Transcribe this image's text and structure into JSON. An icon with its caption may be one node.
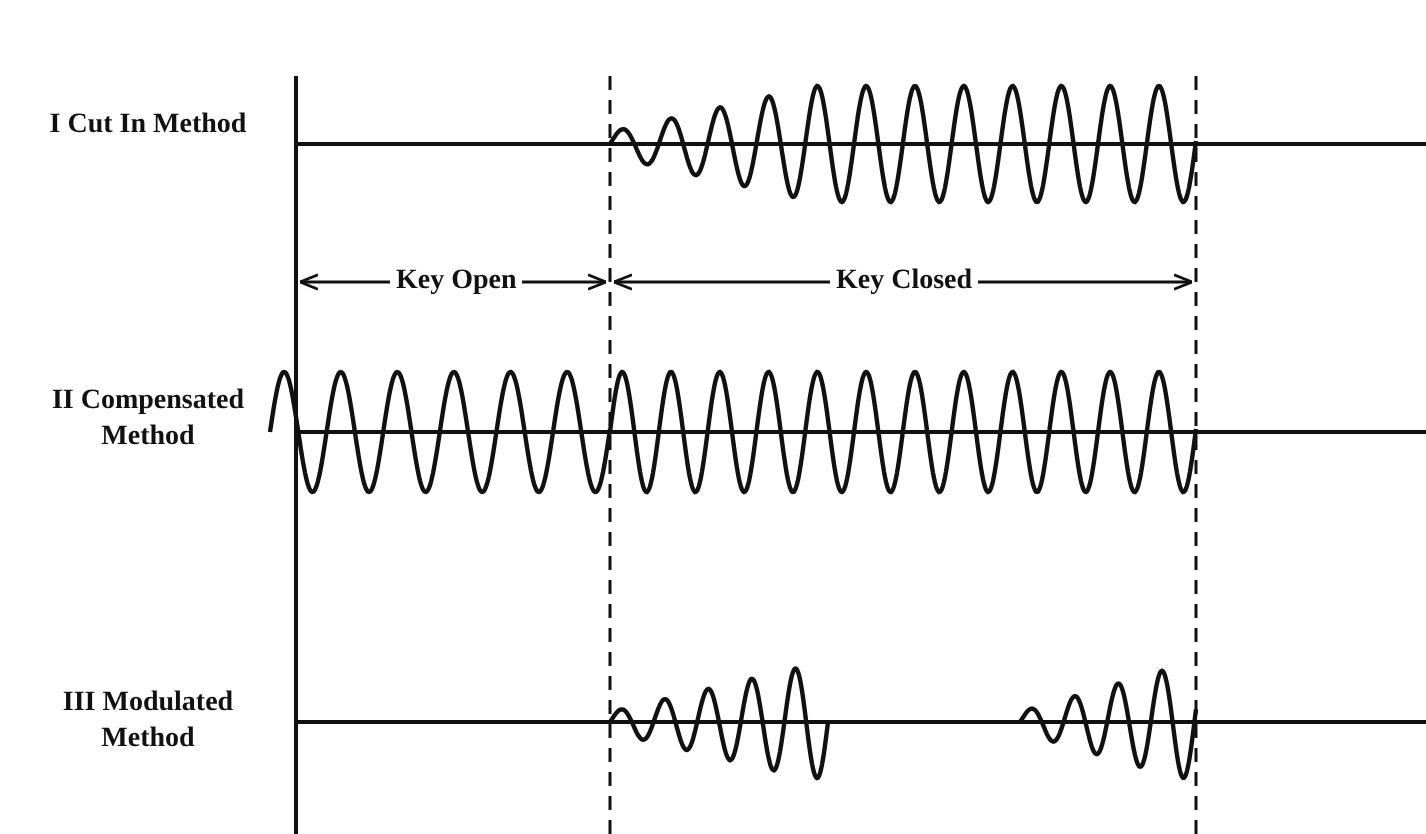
{
  "diagram": {
    "labels": [
      "I Cut In Method",
      "Key Open",
      "Key Closed",
      "II Compensated Method",
      "III Modulated Method"
    ]
  }
}
